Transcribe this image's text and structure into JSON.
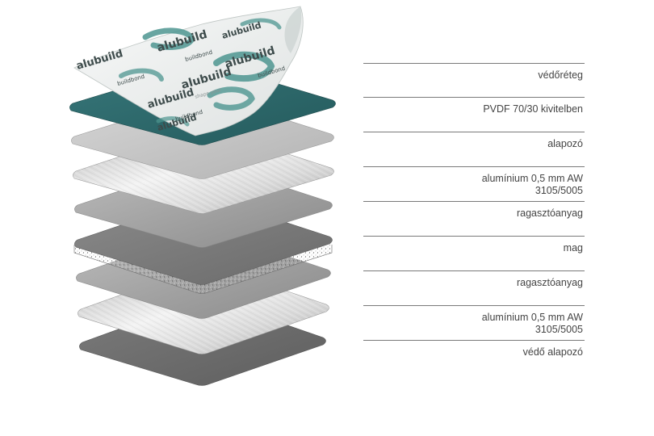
{
  "layers": [
    {
      "label": "védőréteg"
    },
    {
      "label": "PVDF 70/30 kivitelben"
    },
    {
      "label": "alapozó"
    },
    {
      "label": "alumínium 0,5 mm AW\n3105/5005"
    },
    {
      "label": "ragasztóanyag"
    },
    {
      "label": "mag"
    },
    {
      "label": "ragasztóanyag"
    },
    {
      "label": "alumínium 0,5 mm AW\n3105/5005"
    },
    {
      "label": "védő alapozó"
    }
  ],
  "film_print": {
    "brand": "alubuild",
    "sub_brand": "buildbond",
    "tagline": "shape your"
  },
  "colors": {
    "film_bg": "#eef1f0",
    "film_accent": "#4e9590",
    "pvdf": "#2e6b6c",
    "primer": "#c9c9c9",
    "aluminium": "#d8d8d8",
    "adhesive": "#a9a9a9",
    "core": "#7b7b7b",
    "back_primer": "#6f6f6f",
    "rule": "#7a7a7a",
    "text": "#444444"
  }
}
